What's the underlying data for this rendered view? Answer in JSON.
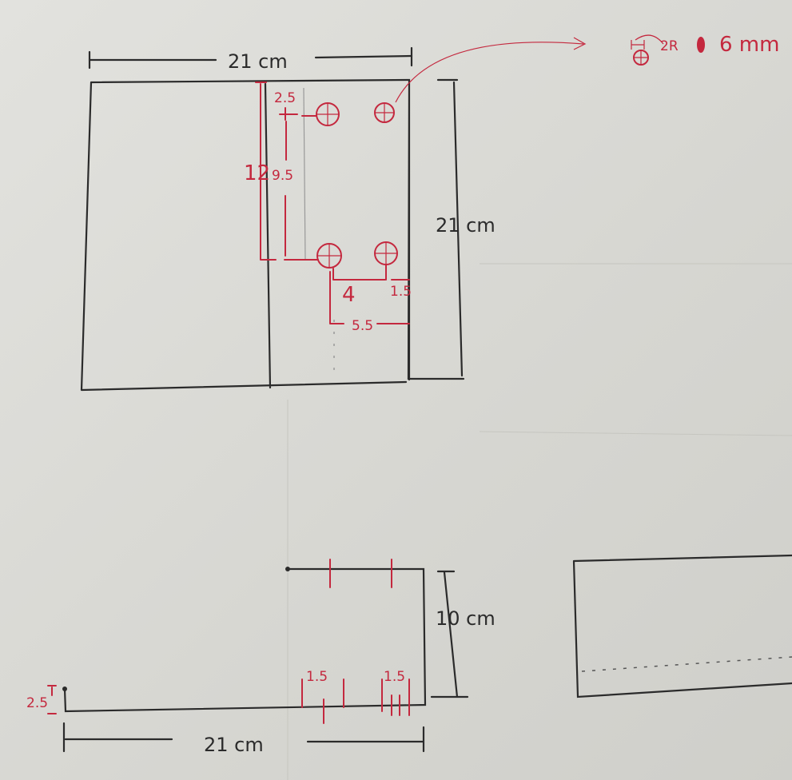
{
  "top_view": {
    "width_label": "21 cm",
    "height_label": "21 cm",
    "dim_top_offset": "2.5",
    "dim_total_vertical": "12",
    "dim_hole_spacing_vertical": "9.5",
    "dim_hole_spacing_horizontal": "4",
    "dim_edge_offset": "1.5",
    "dim_total_horizontal": "5.5"
  },
  "hole_note": {
    "radius_label": "2R",
    "size_label": "6 mm"
  },
  "side_view": {
    "height_label": "10 cm",
    "width_label": "21 cm",
    "thickness_label": "2.5",
    "slot_a_label": "1.5",
    "slot_b_label": "1.5"
  },
  "colors": {
    "ink": "#2b2b2b",
    "red_pen": "#c4283e"
  }
}
